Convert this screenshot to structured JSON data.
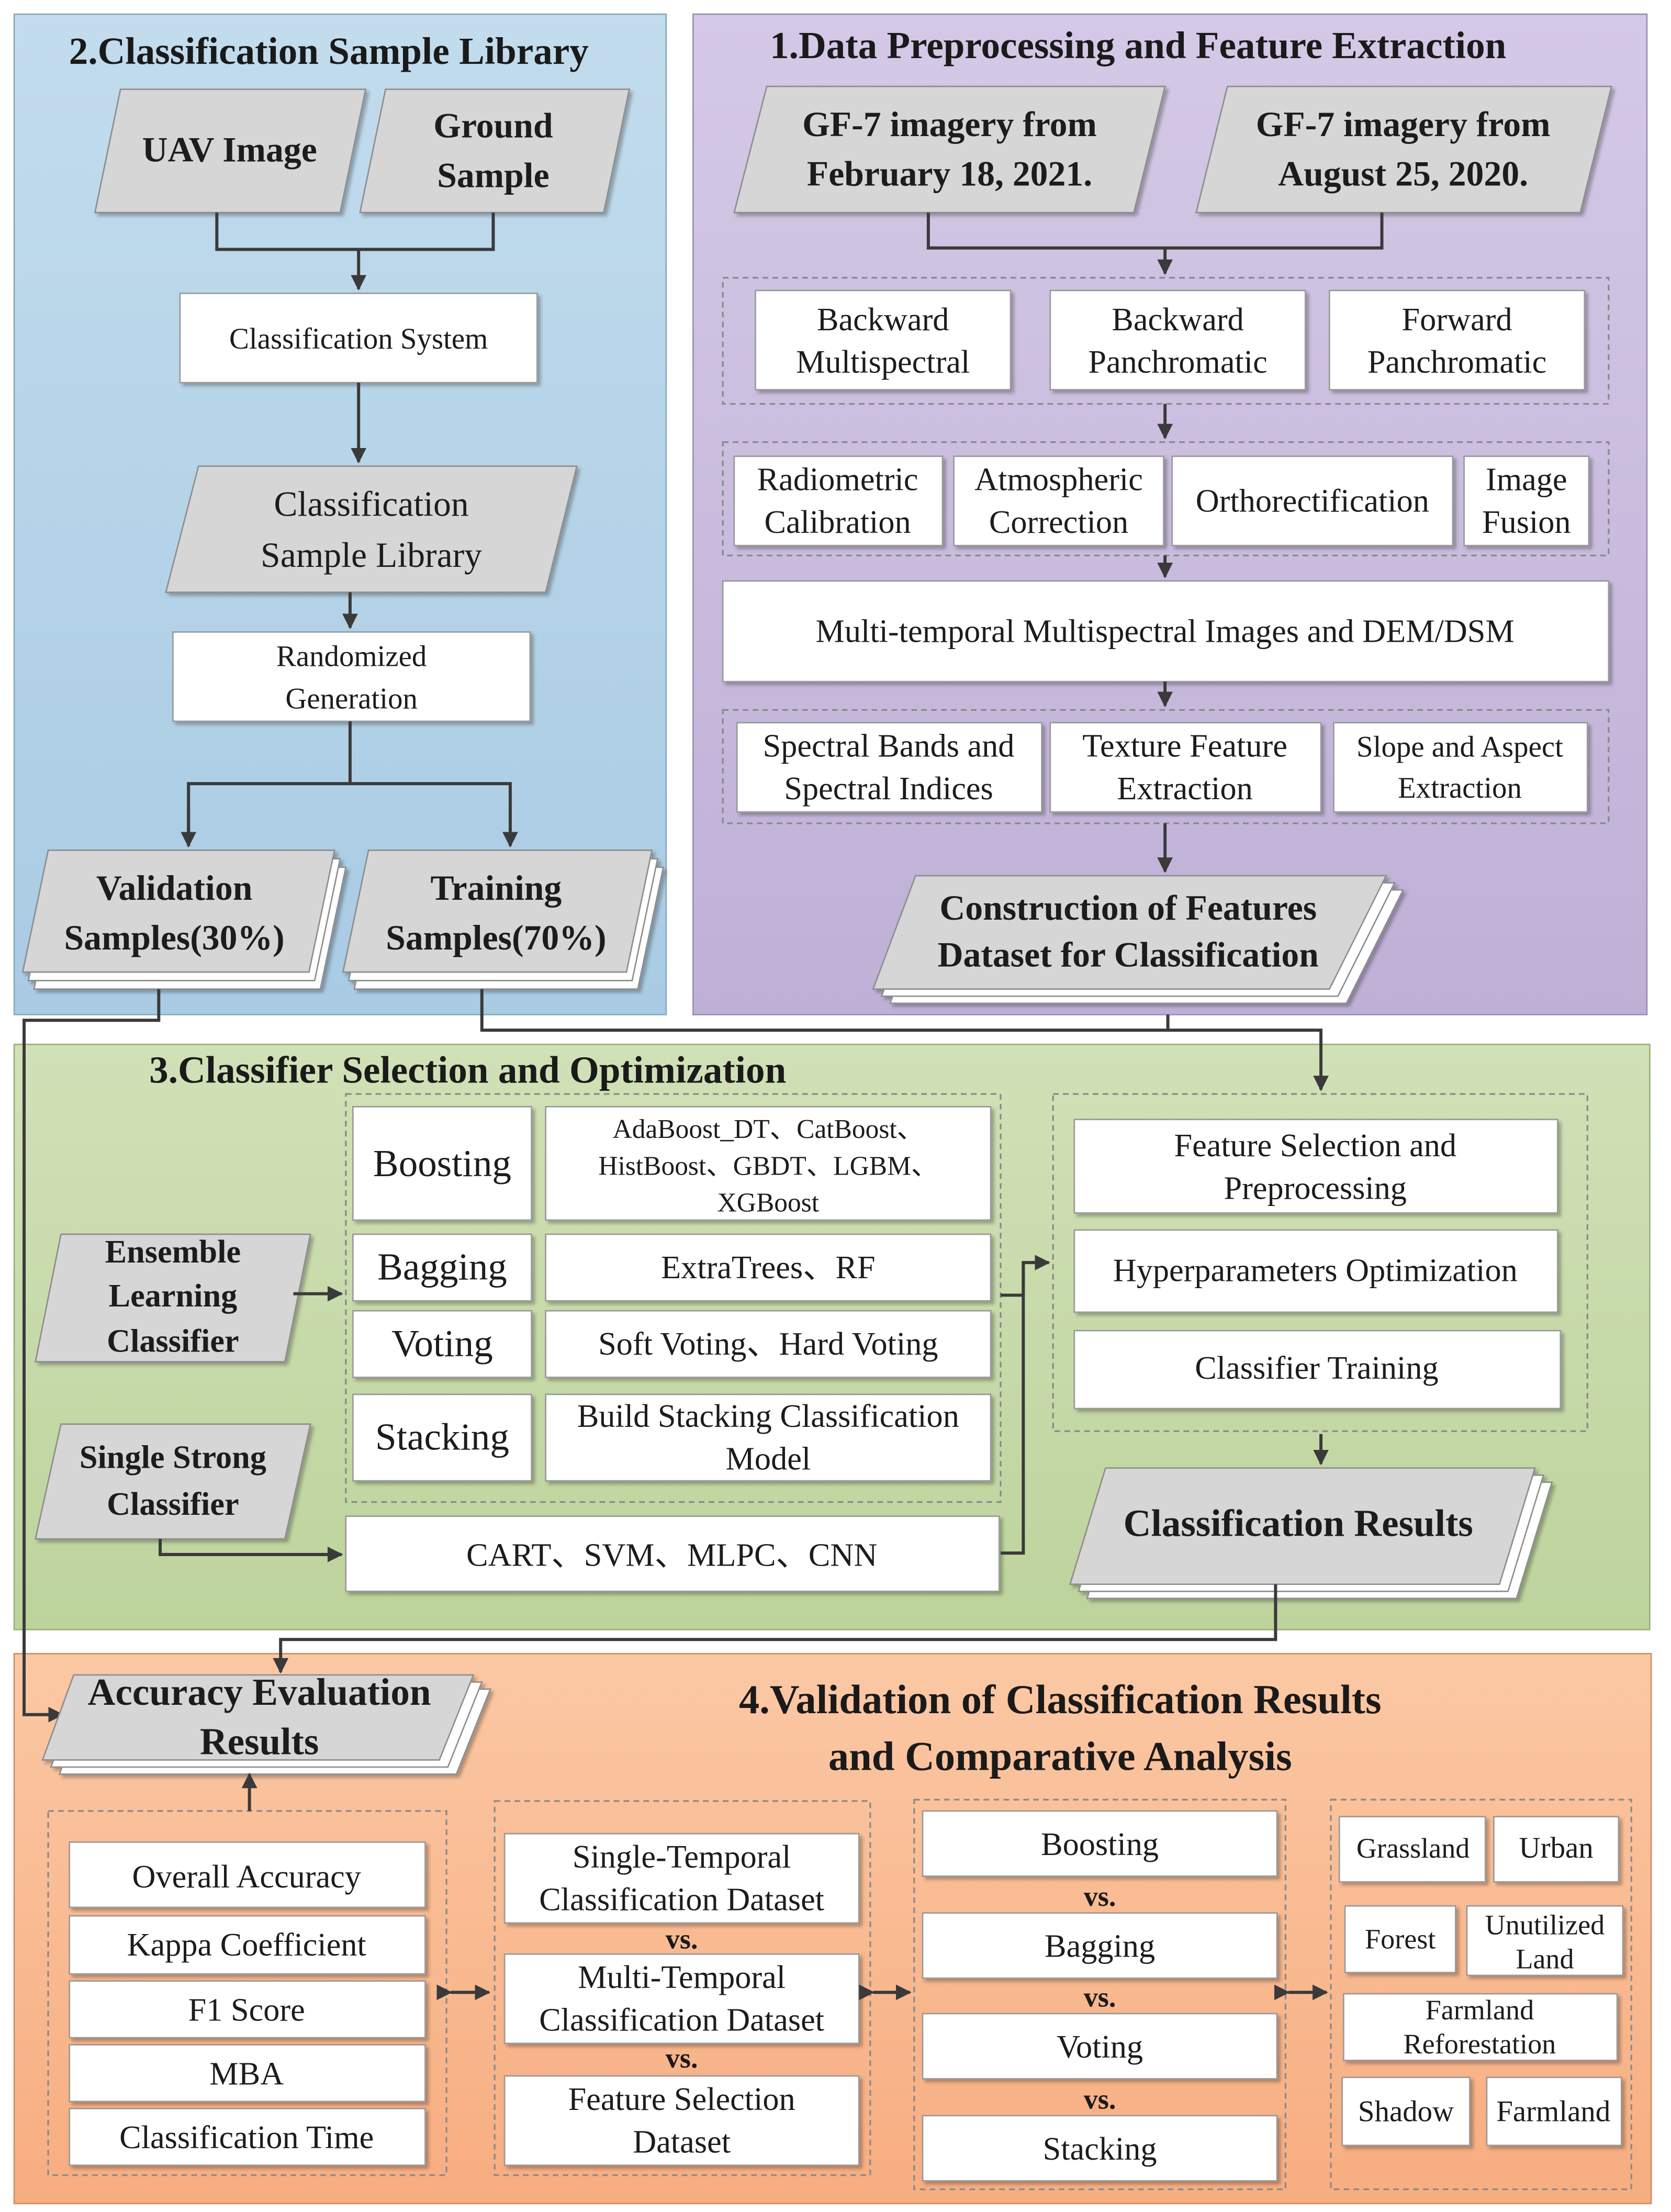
{
  "sections": {
    "sample_library": {
      "title": "2.Classification Sample Library",
      "uav_image": "UAV  Image",
      "ground_sample": [
        "Ground",
        "Sample"
      ],
      "classification_system": "Classification System",
      "sample_library": [
        "Classification",
        "Sample Library"
      ],
      "randomized_generation": [
        "Randomized",
        "Generation"
      ],
      "validation_samples": [
        "Validation",
        "Samples(30%)"
      ],
      "training_samples": [
        "Training",
        "Samples(70%)"
      ]
    },
    "preprocessing": {
      "title": "1.Data Preprocessing and Feature Extraction",
      "imagery_feb": [
        "GF-7 imagery from",
        "February 18, 2021."
      ],
      "imagery_aug": [
        "GF-7 imagery from",
        "August 25, 2020."
      ],
      "bands": [
        [
          "Backward",
          "Multispectral"
        ],
        [
          "Backward",
          "Panchromatic"
        ],
        [
          "Forward",
          "Panchromatic"
        ]
      ],
      "steps": [
        [
          "Radiometric",
          "Calibration"
        ],
        [
          "Atmospheric",
          "Correction"
        ],
        [
          "Orthorectification"
        ],
        [
          "Image",
          "Fusion"
        ]
      ],
      "multi_temporal": "Multi-temporal Multispectral Images and DEM/DSM",
      "features": [
        [
          "Spectral Bands and",
          "Spectral Indices"
        ],
        [
          "Texture Feature",
          "Extraction"
        ],
        [
          "Slope and Aspect",
          "Extraction"
        ]
      ],
      "construction": [
        "Construction of Features",
        "Dataset for Classification"
      ]
    },
    "classifier": {
      "title": "3.Classifier Selection and Optimization",
      "ensemble_classifier": [
        "Ensemble",
        "Learning",
        "Classifier"
      ],
      "single_classifier": [
        "Single Strong",
        "Classifier"
      ],
      "methods": [
        {
          "name": "Boosting",
          "models": [
            "AdaBoost_DT、CatBoost、",
            "HistBoost、GBDT、LGBM、",
            "XGBoost"
          ]
        },
        {
          "name": "Bagging",
          "models": [
            "ExtraTrees、RF"
          ]
        },
        {
          "name": "Voting",
          "models": [
            "Soft Voting、Hard Voting"
          ]
        },
        {
          "name": "Stacking",
          "models": [
            "Build Stacking Classification",
            "Model"
          ]
        }
      ],
      "single_models": "CART、SVM、MLPC、CNN",
      "optimization_steps": [
        [
          "Feature Selection and",
          "Preprocessing"
        ],
        [
          "Hyperparameters Optimization"
        ],
        [
          "Classifier Training"
        ]
      ],
      "results": "Classification Results"
    },
    "validation": {
      "title": [
        "4.Validation of Classification Results",
        "and Comparative Analysis"
      ],
      "accuracy_results": [
        "Accuracy Evaluation",
        "Results"
      ],
      "metrics": [
        "Overall  Accuracy",
        "Kappa Coefficient",
        "F1 Score",
        "MBA",
        "Classification Time"
      ],
      "datasets": [
        [
          "Single-Temporal",
          "Classification Dataset"
        ],
        [
          "Multi-Temporal",
          "Classification Dataset"
        ],
        [
          "Feature Selection",
          "Dataset"
        ]
      ],
      "methods": [
        "Boosting",
        "Bagging",
        "Voting",
        "Stacking"
      ],
      "vs_label": "vs.",
      "land_classes": [
        "Grassland",
        "Urban",
        "Forest",
        [
          "Unutilized",
          "Land"
        ],
        [
          "Farmland",
          "Reforestation"
        ],
        "Shadow",
        "Farmland"
      ]
    }
  },
  "colors": {
    "sample_library_bg": "#b4d3e8",
    "preprocessing_bg": "#c7b9dc",
    "classifier_bg": "#c7d9a8",
    "validation_bg": "#f9b990"
  }
}
